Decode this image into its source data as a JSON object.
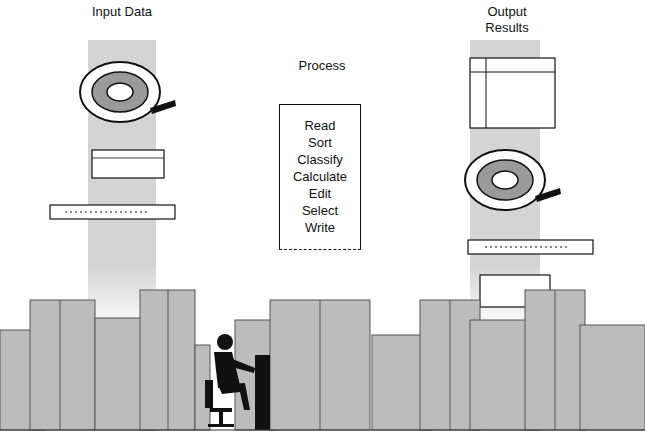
{
  "diagram": {
    "nodes": [
      {
        "text": [
          "Read Sort Classify Calculate Edit Select Write"
        ]
      }
    ],
    "labels": [
      "Input Data",
      "Process",
      "Output Results"
    ]
  }
}
